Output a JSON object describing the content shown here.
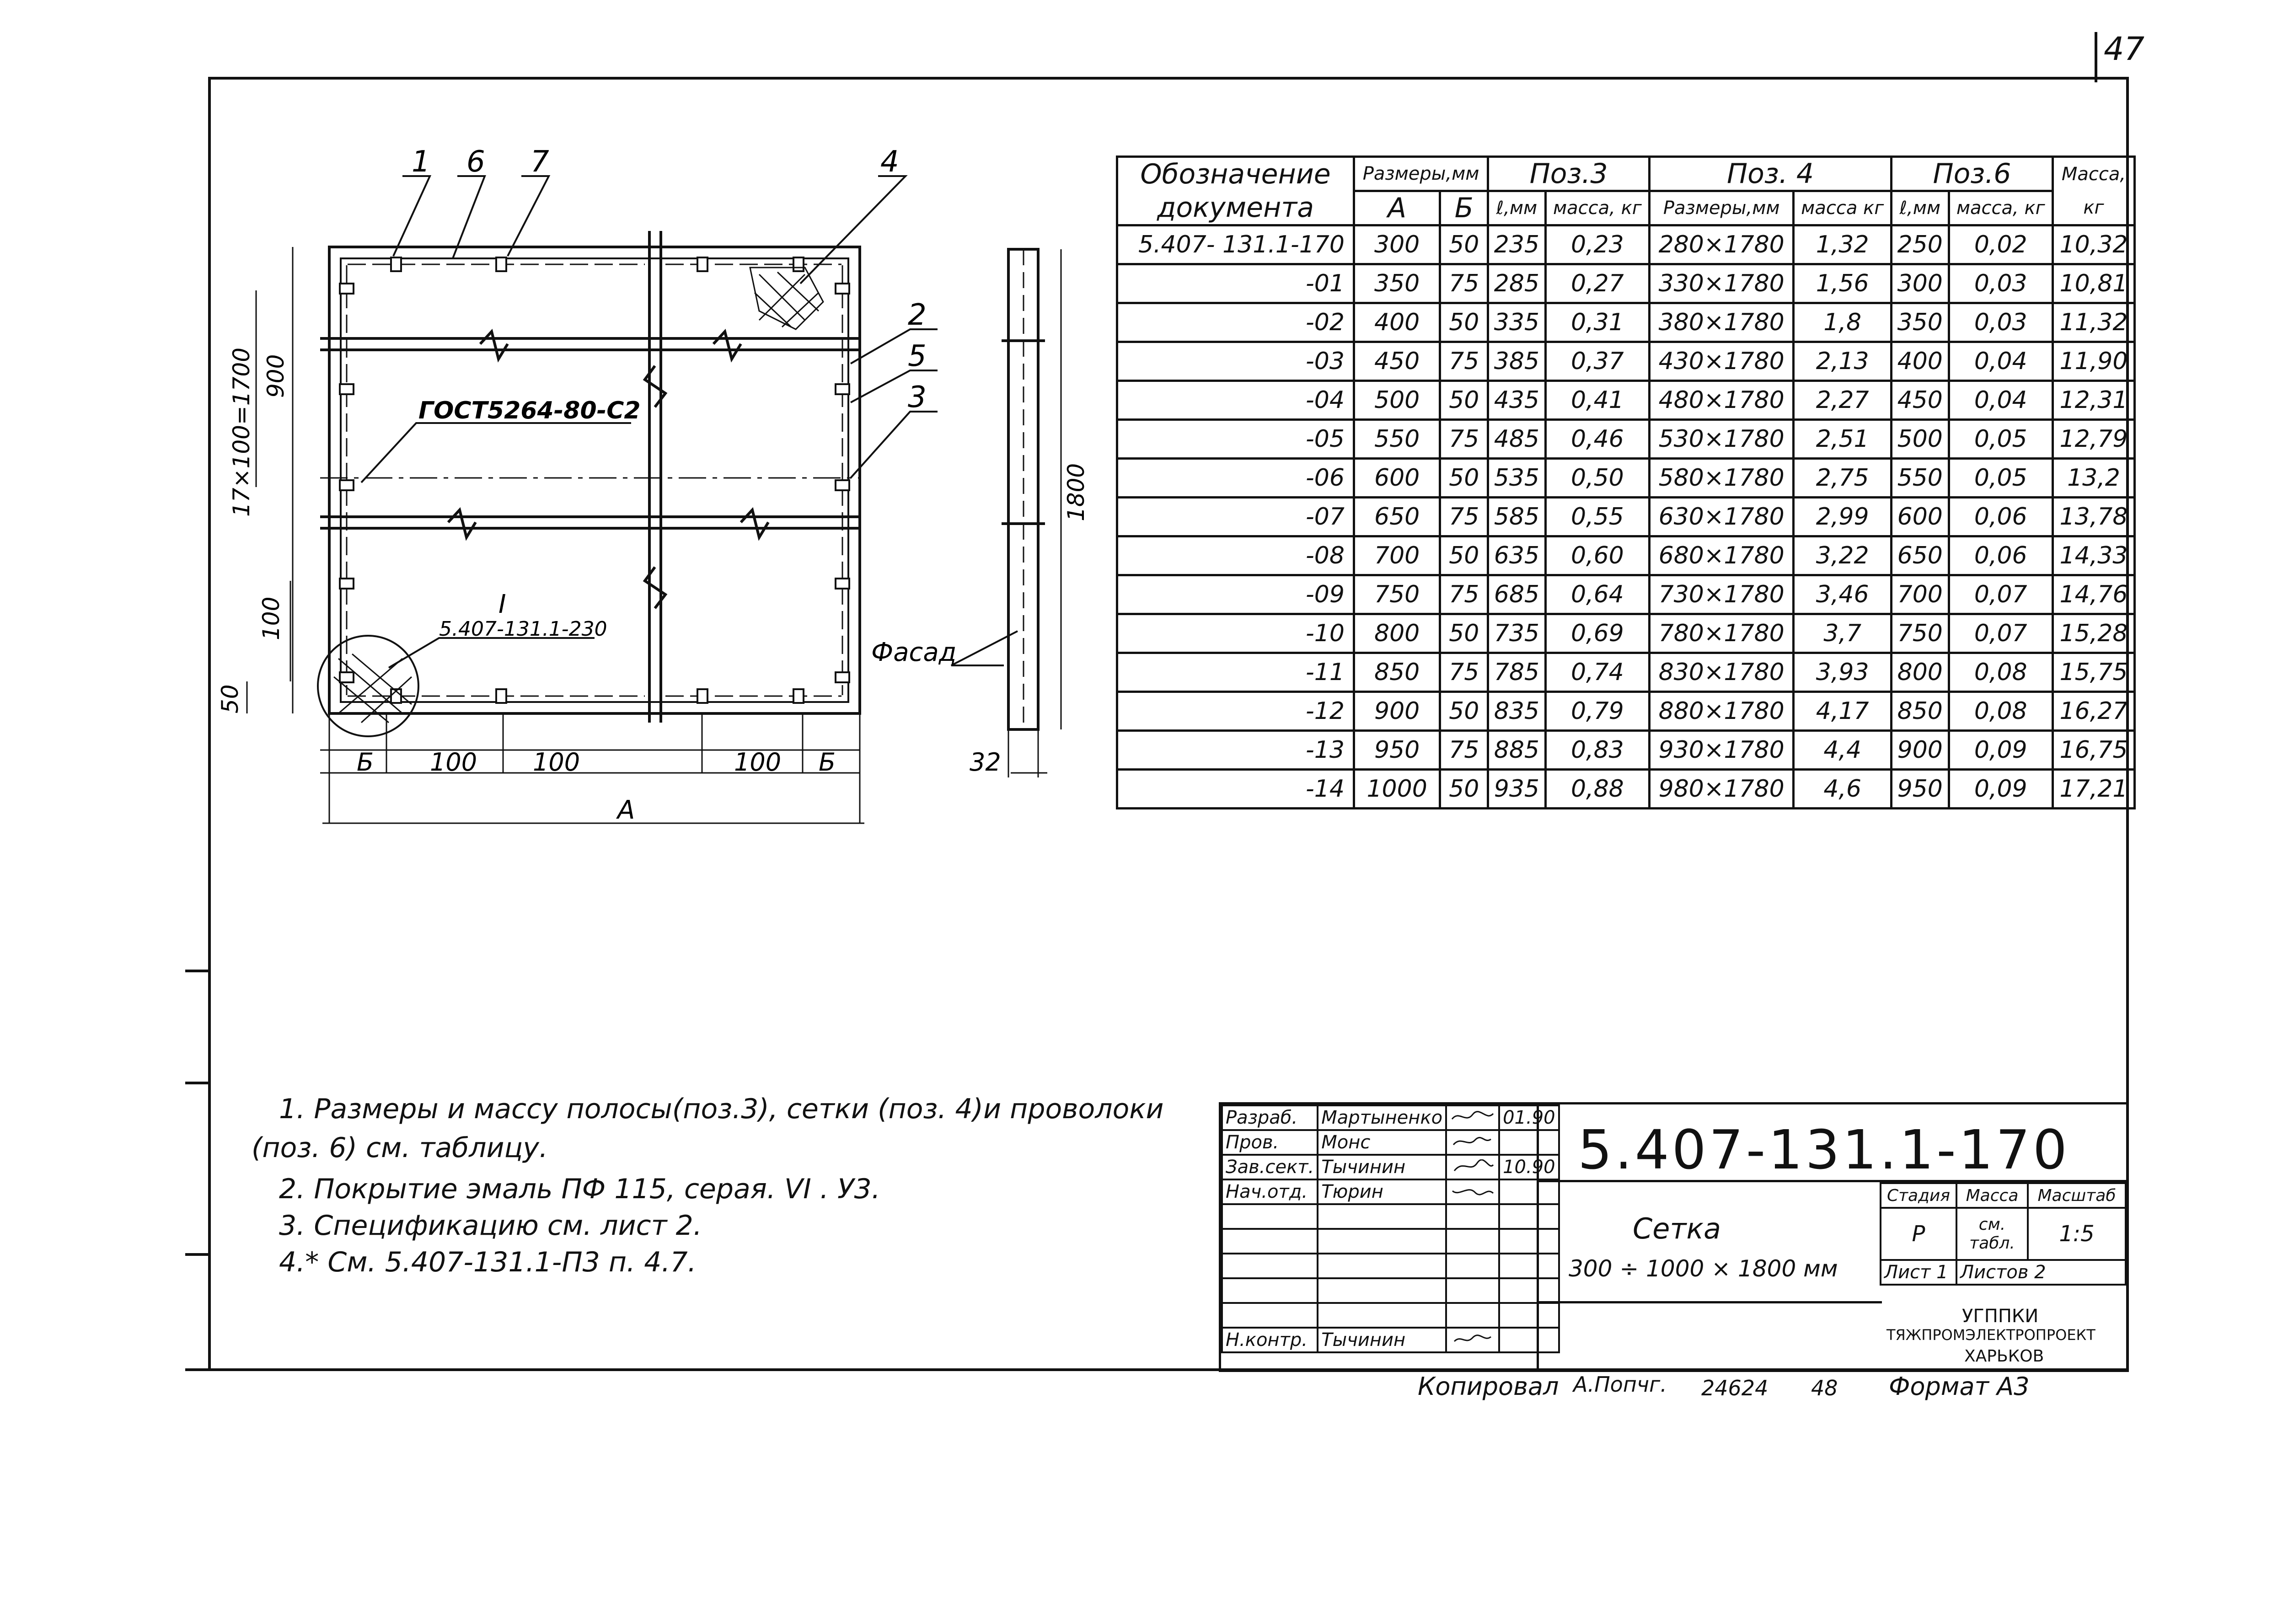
{
  "page_number": "47",
  "drawing": {
    "callouts": [
      "1",
      "6",
      "7",
      "4",
      "2",
      "5",
      "3"
    ],
    "dims": {
      "d900": "900",
      "d1700": "17×100=1700",
      "d100v": "100",
      "d50": "50",
      "b_left": "Б",
      "d100_a": "100",
      "d100_b": "100",
      "d100_c": "100",
      "b_right": "Б",
      "a_total": "А",
      "d1800": "1800",
      "d32": "32"
    },
    "gost": "ГОСТ5264-80-С2",
    "detail_mark": "I",
    "detail_ref": "5.407-131.1-230",
    "facade": "Фасад"
  },
  "spec_table": {
    "headers": {
      "designation_1": "Обозначение",
      "designation_2": "документа",
      "sizes": "Размеры,мм",
      "col_a": "А",
      "col_b": "Б",
      "pos3": "Поз.3",
      "pos3_l": "ℓ,мм",
      "pos3_m": "масса, кг",
      "pos4": "Поз. 4",
      "pos4_s": "Размеры,мм",
      "pos4_m": "масса кг",
      "pos6": "Поз.6",
      "pos6_l": "ℓ,мм",
      "pos6_m": "масса, кг",
      "mass_1": "Масса,",
      "mass_2": "кг"
    },
    "rows": [
      [
        "5.407- 131.1-170",
        "300",
        "50",
        "235",
        "0,23",
        "280×1780",
        "1,32",
        "250",
        "0,02",
        "10,32"
      ],
      [
        "-01",
        "350",
        "75",
        "285",
        "0,27",
        "330×1780",
        "1,56",
        "300",
        "0,03",
        "10,81"
      ],
      [
        "-02",
        "400",
        "50",
        "335",
        "0,31",
        "380×1780",
        "1,8",
        "350",
        "0,03",
        "11,32"
      ],
      [
        "-03",
        "450",
        "75",
        "385",
        "0,37",
        "430×1780",
        "2,13",
        "400",
        "0,04",
        "11,90"
      ],
      [
        "-04",
        "500",
        "50",
        "435",
        "0,41",
        "480×1780",
        "2,27",
        "450",
        "0,04",
        "12,31"
      ],
      [
        "-05",
        "550",
        "75",
        "485",
        "0,46",
        "530×1780",
        "2,51",
        "500",
        "0,05",
        "12,79"
      ],
      [
        "-06",
        "600",
        "50",
        "535",
        "0,50",
        "580×1780",
        "2,75",
        "550",
        "0,05",
        "13,2"
      ],
      [
        "-07",
        "650",
        "75",
        "585",
        "0,55",
        "630×1780",
        "2,99",
        "600",
        "0,06",
        "13,78"
      ],
      [
        "-08",
        "700",
        "50",
        "635",
        "0,60",
        "680×1780",
        "3,22",
        "650",
        "0,06",
        "14,33"
      ],
      [
        "-09",
        "750",
        "75",
        "685",
        "0,64",
        "730×1780",
        "3,46",
        "700",
        "0,07",
        "14,76"
      ],
      [
        "-10",
        "800",
        "50",
        "735",
        "0,69",
        "780×1780",
        "3,7",
        "750",
        "0,07",
        "15,28"
      ],
      [
        "-11",
        "850",
        "75",
        "785",
        "0,74",
        "830×1780",
        "3,93",
        "800",
        "0,08",
        "15,75"
      ],
      [
        "-12",
        "900",
        "50",
        "835",
        "0,79",
        "880×1780",
        "4,17",
        "850",
        "0,08",
        "16,27"
      ],
      [
        "-13",
        "950",
        "75",
        "885",
        "0,83",
        "930×1780",
        "4,4",
        "900",
        "0,09",
        "16,75"
      ],
      [
        "-14",
        "1000",
        "50",
        "935",
        "0,88",
        "980×1780",
        "4,6",
        "950",
        "0,09",
        "17,21"
      ]
    ]
  },
  "notes": [
    "1. Размеры и массу полосы(поз.3), сетки (поз. 4)и проволоки",
    "(поз. 6) см. таблицу.",
    "2. Покрытие эмаль ПФ 115, серая. VI . У3.",
    "3. Спецификацию см. лист 2.",
    "4.* См. 5.407-131.1-П3 п. 4.7."
  ],
  "title_block": {
    "roles": [
      {
        "role": "Разраб.",
        "name": "Мартыненко",
        "date": "01.90"
      },
      {
        "role": "Пров.",
        "name": "Монс",
        "date": ""
      },
      {
        "role": "Зав.сект.",
        "name": "Тычинин",
        "date": "10.90"
      },
      {
        "role": "Нач.отд.",
        "name": "Тюрин",
        "date": ""
      }
    ],
    "norm_control": {
      "role": "Н.контр.",
      "name": "Тычинин"
    },
    "code": "5.407-131.1-170",
    "name": "Сетка",
    "name_sub": "300 ÷ 1000 × 1800 мм",
    "stage_label": "Стадия",
    "mass_label": "Масса",
    "scale_label": "Масштаб",
    "stage": "Р",
    "mass_value": "см. табл.",
    "scale": "1:5",
    "sheet": "Лист 1",
    "sheets": "Листов 2",
    "org_1": "УГППКИ",
    "org_2": "ТЯЖПРОМЭЛЕКТРОПРОЕКТ",
    "org_3": "ХАРЬКОВ"
  },
  "footer": {
    "copied": "Копировал",
    "copier": "А.Попчг.",
    "order": "24624",
    "num": "48",
    "format": "Формат А3"
  }
}
